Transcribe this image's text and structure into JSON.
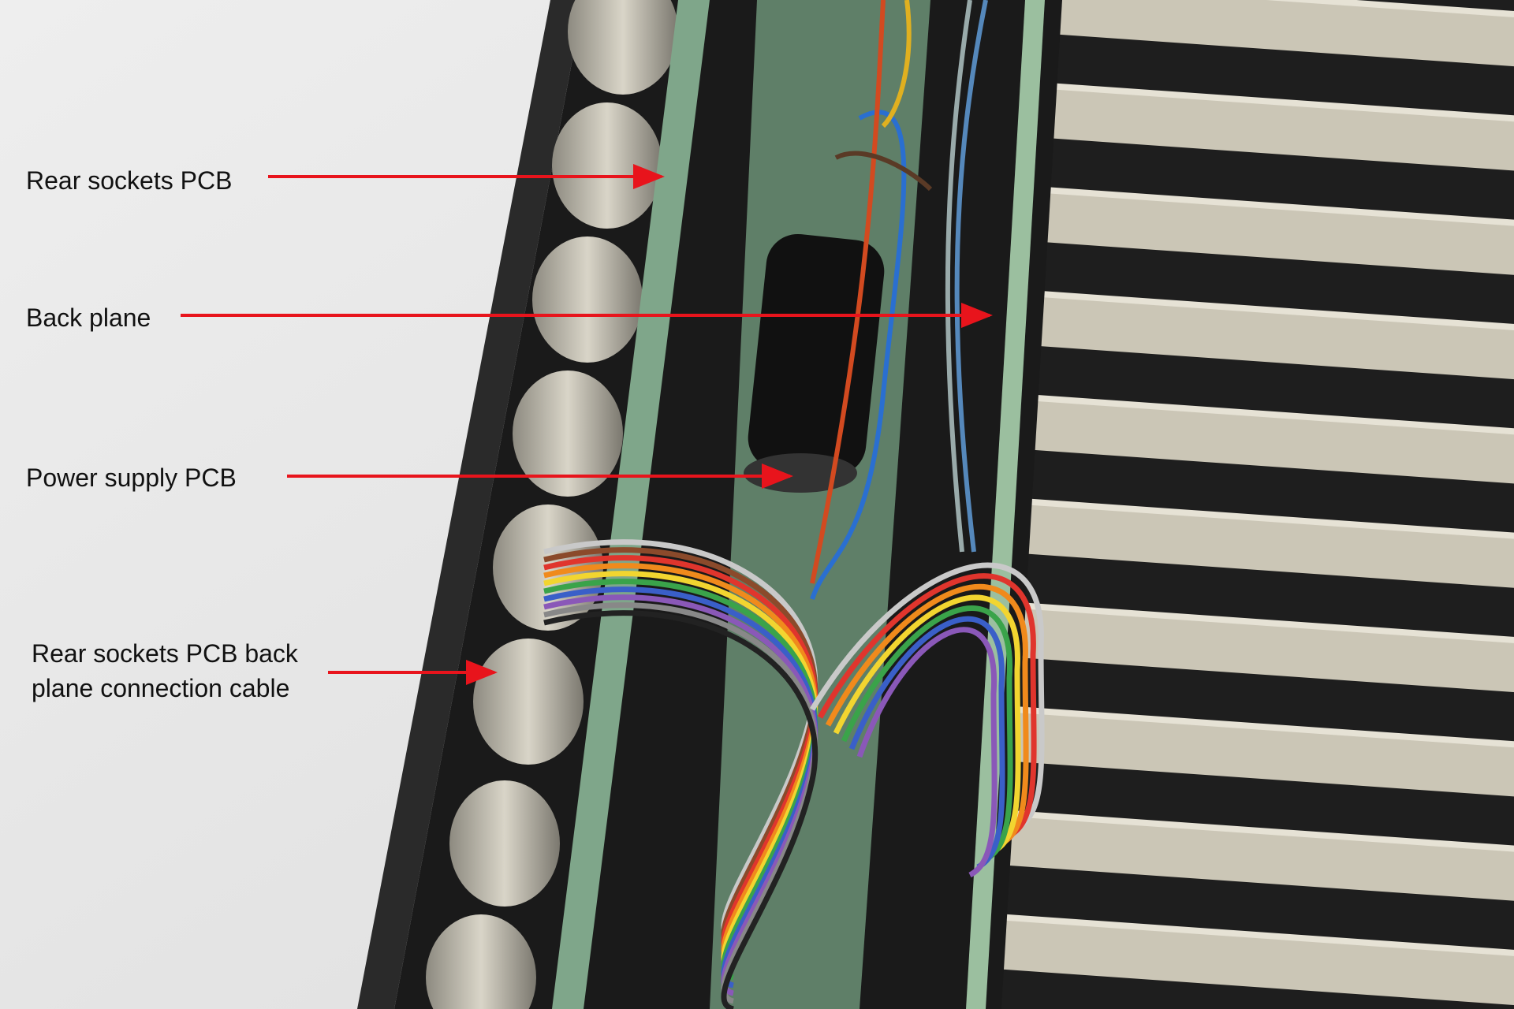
{
  "annotations": [
    {
      "label": "Rear sockets PCB"
    },
    {
      "label": "Back plane"
    },
    {
      "label": "Power supply PCB"
    },
    {
      "label_line1": "Rear sockets PCB back",
      "label_line2": "plane connection cable"
    }
  ],
  "colors": {
    "arrow": "#e8141c",
    "background": "#e6e6e6",
    "chassis": "#2a2a2a",
    "pcb": "#6f9a7a",
    "heatsink": "#c9c4b3"
  }
}
